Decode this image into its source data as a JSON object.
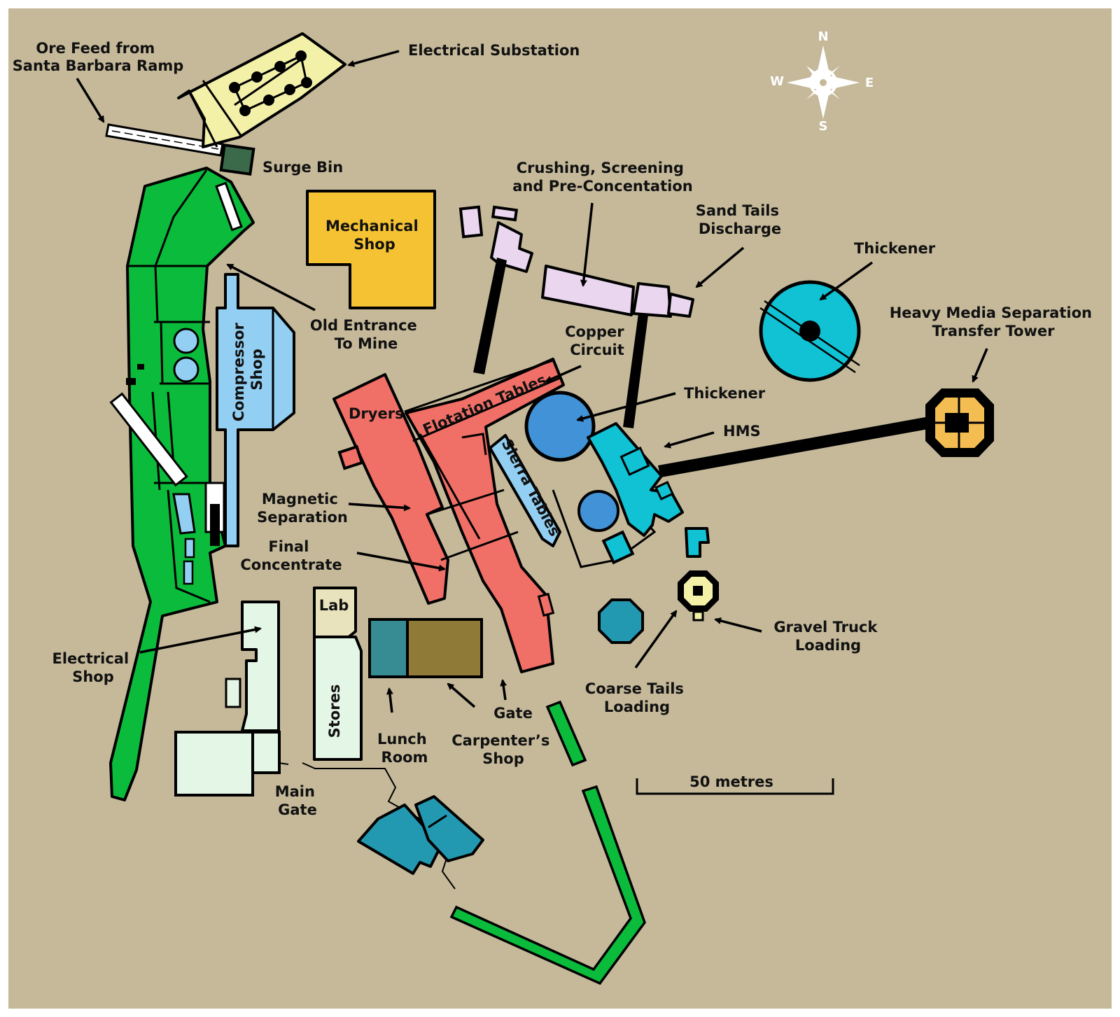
{
  "labels": {
    "ore_feed": [
      "Ore Feed from",
      "Santa Barbara Ramp"
    ],
    "electrical_substation": "Electrical Substation",
    "surge_bin": "Surge Bin",
    "mechanical_shop": [
      "Mechanical",
      "Shop"
    ],
    "crushing": [
      "Crushing, Screening",
      "and Pre-Concentation"
    ],
    "sand_tails": [
      "Sand Tails",
      "Discharge"
    ],
    "thickener_top": "Thickener",
    "hms_tower": [
      "Heavy Media Separation",
      "Transfer Tower"
    ],
    "old_entrance": [
      "Old Entrance",
      "To Mine"
    ],
    "compressor_shop": [
      "Compressor",
      "Shop"
    ],
    "copper_circuit": [
      "Copper",
      "Circuit"
    ],
    "thickener_mid": "Thickener",
    "hms": "HMS",
    "dryers": "Dryers",
    "flotation_tables": "Flotation Tables",
    "sierra_tables": "Sierra Tables",
    "magnetic_separation": [
      "Magnetic",
      "Separation"
    ],
    "final_concentrate": [
      "Final",
      "Concentrate"
    ],
    "lab": "Lab",
    "stores": "Stores",
    "electrical_shop": [
      "Electrical",
      "Shop"
    ],
    "lunch_room": [
      "Lunch",
      "Room"
    ],
    "carpenters_shop": [
      "Carpenter’s",
      "Shop"
    ],
    "gate": "Gate",
    "main_gate": [
      "Main",
      "Gate"
    ],
    "coarse_tails": [
      "Coarse Tails",
      "Loading"
    ],
    "gravel_truck": [
      "Gravel Truck",
      "Loading"
    ],
    "scale_bar": "50 metres"
  },
  "compass": {
    "n": "N",
    "s": "S",
    "e": "E",
    "w": "W"
  },
  "colors": {
    "background": "#c5b99a",
    "green": "#0bbb3b",
    "light_yellow": "#f3f0a8",
    "dark_green": "#3a6a4a",
    "orange": "#f4c232",
    "lavender": "#ead6ef",
    "light_blue": "#92cff2",
    "salmon": "#f06f66",
    "cyan": "#10c2d4",
    "mid_blue": "#4192d6",
    "teal": "#2399b1",
    "dark_teal": "#378b93",
    "olive": "#8f7a38",
    "pale_green": "#e4f6e6",
    "beige": "#e9e3bd",
    "octagon_yellow": "#f3bd51"
  }
}
